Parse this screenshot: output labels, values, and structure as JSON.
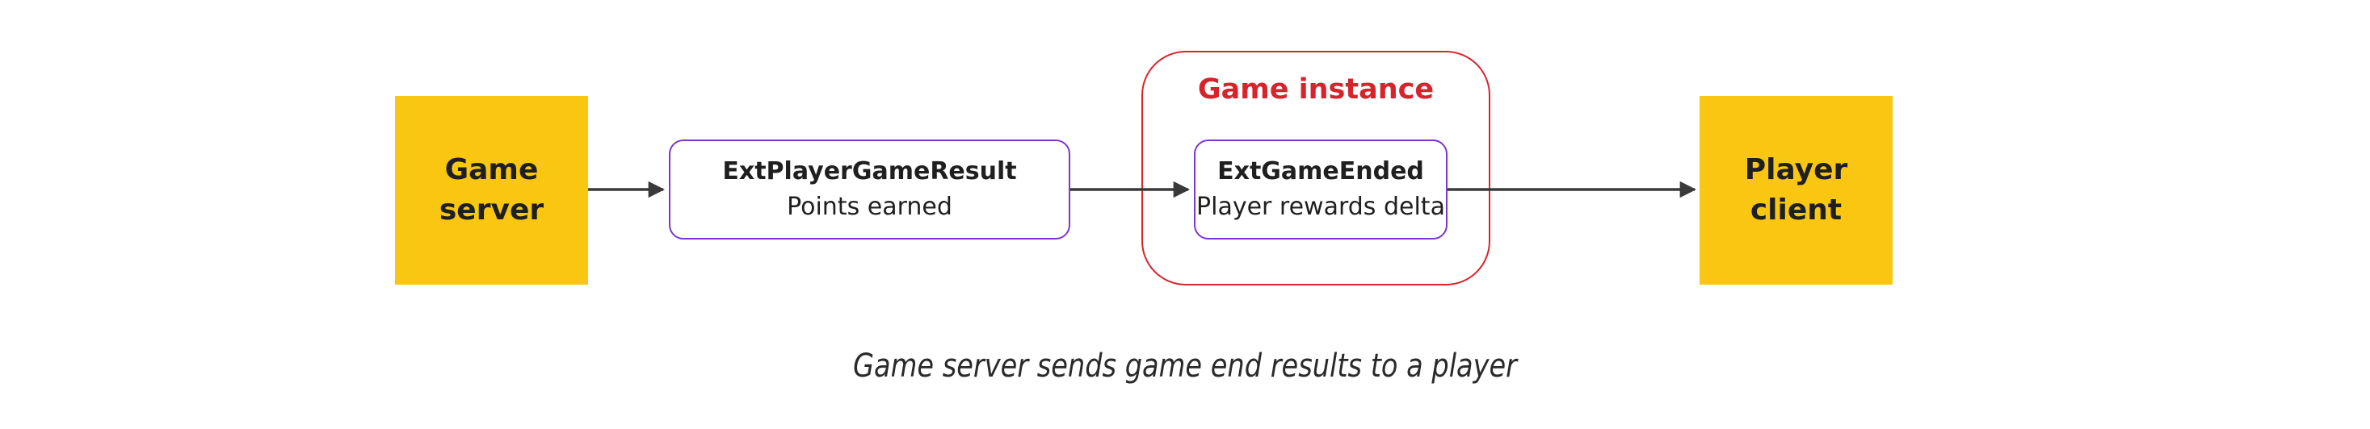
{
  "diagram": {
    "nodes": {
      "game_server": {
        "label": "Game\nserver"
      },
      "ext_player_game_result": {
        "title": "ExtPlayerGameResult",
        "subtitle": "Points earned"
      },
      "game_instance": {
        "label": "Game instance"
      },
      "ext_game_ended": {
        "title": "ExtGameEnded",
        "subtitle": "Player rewards delta"
      },
      "player_client": {
        "label": "Player\nclient"
      }
    },
    "arrows": [
      {
        "from": "game_server",
        "to": "ext_player_game_result"
      },
      {
        "from": "ext_player_game_result",
        "to": "ext_game_ended"
      },
      {
        "from": "ext_game_ended",
        "to": "player_client"
      }
    ],
    "caption": "Game server sends game end results to a player",
    "colors": {
      "actor_fill_yellow": "#F9C711",
      "message_border_purple": "#7D36C9",
      "container_border_red": "#D7242C",
      "arrow_dark": "#3A3A3A",
      "text_dark": "#1F1F1F"
    }
  }
}
